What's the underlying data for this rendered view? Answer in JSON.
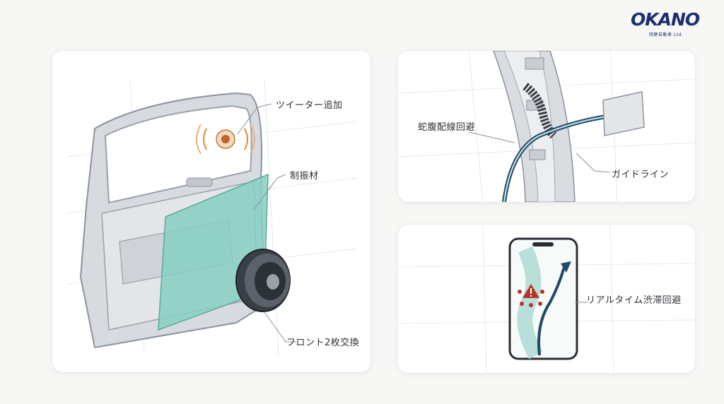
{
  "logo": {
    "brand": "OKANO",
    "sub": "岡野自動車 Ltd."
  },
  "door_panel": {
    "labels": {
      "tweeter": "ツイーター追加",
      "damping": "制振材",
      "front_speaker": "フロント2枚交換"
    }
  },
  "wiring_panel": {
    "labels": {
      "wiring": "蛇腹配線回避",
      "guide": "ガイドライン"
    }
  },
  "nav_panel": {
    "labels": {
      "traffic": "リアルタイム渋滞回避"
    }
  },
  "colors": {
    "accent_teal": "#7ec9bd",
    "cable_dark": "#1f4a66",
    "warning_red": "#b3362c",
    "tweeter_orange": "#e08a3a",
    "logo_navy": "#1d2f6f"
  }
}
